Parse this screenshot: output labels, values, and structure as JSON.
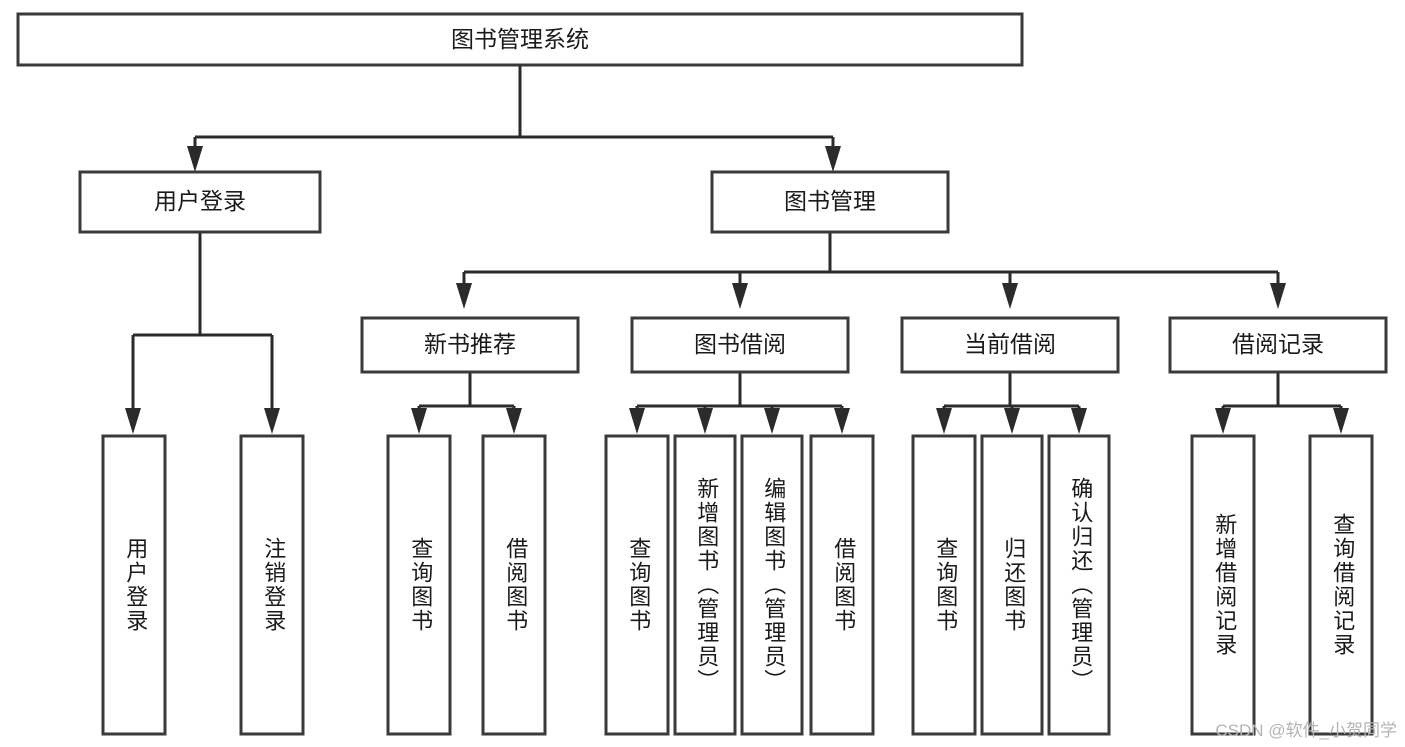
{
  "diagram": {
    "type": "tree-hierarchy-chart",
    "title": "图书管理系统",
    "watermark": "CSDN @软件_小贺同学",
    "colors": {
      "box_fill": "#ffffff",
      "box_stroke": "#3a3a3a",
      "edge": "#2b2b2b",
      "text": "#1a1a1a",
      "watermark": "#b4b4b4",
      "background": "#ffffff"
    },
    "levels": {
      "root": {
        "label": "图书管理系统"
      },
      "level2": [
        {
          "label": "用户登录"
        },
        {
          "label": "图书管理"
        }
      ],
      "level3": [
        {
          "label": "新书推荐"
        },
        {
          "label": "图书借阅"
        },
        {
          "label": "当前借阅"
        },
        {
          "label": "借阅记录"
        }
      ],
      "leaves": {
        "user_login": [
          {
            "label": "用户登录"
          },
          {
            "label": "注销登录"
          }
        ],
        "new_book_recommend": [
          {
            "label": "查询图书"
          },
          {
            "label": "借阅图书"
          }
        ],
        "book_borrow": [
          {
            "label": "查询图书"
          },
          {
            "label": "新增图书（管理员）"
          },
          {
            "label": "编辑图书（管理员）"
          },
          {
            "label": "借阅图书"
          }
        ],
        "current_borrow": [
          {
            "label": "查询图书"
          },
          {
            "label": "归还图书"
          },
          {
            "label": "确认归还（管理员）"
          }
        ],
        "borrow_record": [
          {
            "label": "新增借阅记录"
          },
          {
            "label": "查询借阅记录"
          }
        ]
      }
    }
  }
}
